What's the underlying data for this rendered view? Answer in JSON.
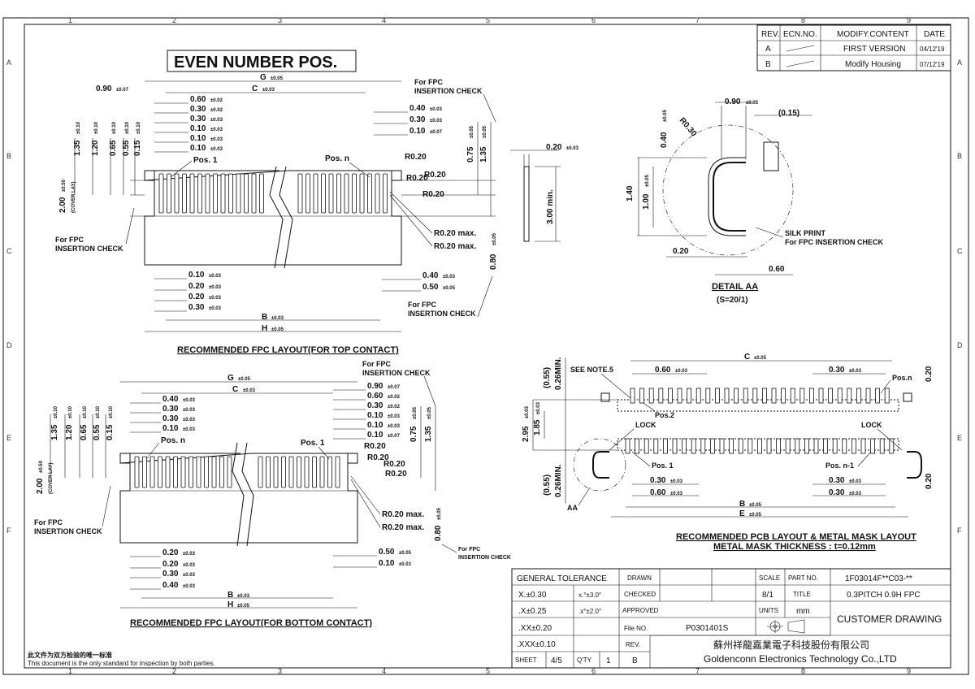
{
  "drawing": {
    "headline": "EVEN NUMBER POS.",
    "grid_columns": [
      "1",
      "2",
      "3",
      "4",
      "5",
      "6",
      "7",
      "8",
      "9"
    ],
    "grid_rows": [
      "A",
      "B",
      "C",
      "D",
      "E",
      "F"
    ],
    "footer_cn": "此文件为双方检验的唯一标准",
    "footer_en": "This document is the only standard for inspection by both parties."
  },
  "revision_table": {
    "headers": [
      "REV.",
      "ECN.NO.",
      "MODIFY.CONTENT",
      "DATE"
    ],
    "rows": [
      {
        "rev": "A",
        "content": "FIRST VERSION",
        "date": "04/12'19"
      },
      {
        "rev": "B",
        "content": "Modify Housing",
        "date": "07/12'19"
      }
    ]
  },
  "top_view": {
    "caption": "RECOMMENDED FPC LAYOUT(FOR TOP CONTACT)",
    "pos_first": "Pos. 1",
    "pos_last": "Pos. n",
    "insertion_note_line1": "For FPC",
    "insertion_note_line2": "INSERTION CHECK",
    "dims": {
      "g": "G",
      "g_tol": "±0.05",
      "c": "C",
      "c_tol": "±0.03",
      "d090": "0.90",
      "d090_tol": "±0.07",
      "d060": "0.60",
      "d060_tol": "±0.02",
      "d030a": "0.30",
      "d030a_tol": "±0.02",
      "d030b": "0.30",
      "d030b_tol": "±0.03",
      "d010a": "0.10",
      "d010a_tol": "±0.03",
      "d010b": "0.10",
      "d010b_tol": "±0.03",
      "d010c": "0.10",
      "d010c_tol": "±0.03",
      "r040": "0.40",
      "r040_tol": "±0.03",
      "r030": "0.30",
      "r030_tol": "±0.03",
      "r010": "0.10",
      "r010_tol": "±0.07",
      "v135": "1.35",
      "v135_tol": "±0.10",
      "v120": "1.20",
      "v120_tol": "±0.10",
      "v065": "0.65",
      "v065_tol": "±0.10",
      "v055": "0.55",
      "v055_tol": "±0.10",
      "v015": "0.15",
      "v015_tol": "±0.10",
      "v200": "2.00",
      "v200_tol": "±0.50",
      "cover_lay": "(COVER LAY)",
      "rv075": "0.75",
      "rv075_tol": "±0.05",
      "rv135": "1.35",
      "rv135_tol": "±0.05",
      "rv080": "0.80",
      "rv080_tol": "±0.05",
      "r020": "R0.20",
      "r020max": "R0.20 max.",
      "b010": "0.10",
      "b010_tol": "±0.03",
      "b020a": "0.20",
      "b020a_tol": "±0.03",
      "b020b": "0.20",
      "b020b_tol": "±0.03",
      "b030": "0.30",
      "b030_tol": "±0.03",
      "b040": "0.40",
      "b040_tol": "±0.03",
      "b050": "0.50",
      "b050_tol": "±0.05",
      "b": "B",
      "b_tol": "±0.03",
      "h": "H",
      "h_tol": "±0.05"
    }
  },
  "side_view": {
    "thickness": "0.20",
    "thickness_tol": "±0.03",
    "length": "3.00 min."
  },
  "detail_aa": {
    "title": "DETAIL AA",
    "scale": "(S=20/1)",
    "d090": "0.90",
    "d090_tol": "±0.05",
    "d015": "(0.15)",
    "r030": "R0.30",
    "d040": "0.40",
    "d040_tol": "±0.05",
    "d140": "1.40",
    "d100": "1.00",
    "d100_tol": "±0.05",
    "d020": "0.20",
    "d060": "0.60",
    "silk1": "SILK PRINT",
    "silk2": "For FPC INSERTION CHECK"
  },
  "bottom_view": {
    "caption": "RECOMMENDED FPC LAYOUT(FOR BOTTOM CONTACT)",
    "pos_first": "Pos. n",
    "pos_last": "Pos. 1",
    "insertion_note_line1": "For FPC",
    "insertion_note_line2": "INSERTION CHECK",
    "dims": {
      "g": "G",
      "g_tol": "±0.05",
      "c": "C",
      "c_tol": "±0.03",
      "l040": "0.40",
      "l040_tol": "±0.03",
      "l030a": "0.30",
      "l030a_tol": "±0.03",
      "l030b": "0.30",
      "l030b_tol": "±0.03",
      "l010": "0.10",
      "l010_tol": "±0.03",
      "r090": "0.90",
      "r090_tol": "±0.07",
      "r060": "0.60",
      "r060_tol": "±0.02",
      "r030": "0.30",
      "r030_tol": "±0.02",
      "r010a": "0.10",
      "r010a_tol": "±0.03",
      "r010b": "0.10",
      "r010b_tol": "±0.03",
      "r010c": "0.10",
      "r010c_tol": "±0.07",
      "v135": "1.35",
      "v120": "1.20",
      "v065": "0.65",
      "v055": "0.55",
      "v015": "0.15",
      "v_tol": "±0.10",
      "v200": "2.00",
      "v200_tol": "±0.50",
      "cover_lay": "(COVER LAY)",
      "rv075": "0.75",
      "rv135": "1.35",
      "rv_tol": "±0.05",
      "rv080": "0.80",
      "rv080_tol": "±0.05",
      "r020": "R0.20",
      "r020max": "R0.20 max.",
      "b020a": "0.20",
      "b020b": "0.20",
      "b030": "0.30",
      "b040": "0.40",
      "b_tol3": "±0.03",
      "b050": "0.50",
      "b050_tol": "±0.05",
      "b010": "0.10",
      "b010_tol": "±0.03",
      "b": "B",
      "b_tol": "±0.03",
      "h": "H",
      "h_tol": "±0.05"
    }
  },
  "pcb_view": {
    "caption1": "RECOMMENDED PCB LAYOUT & METAL MASK LAYOUT",
    "caption2": "METAL MASK THICKNESS : t=0.12mm",
    "see_note": "SEE NOTE.5",
    "lock_left": "LOCK",
    "lock_right": "LOCK",
    "pos1": "Pos. 1",
    "pos2": "Pos.2",
    "posn": "Pos.n",
    "posn1": "Pos. n-1",
    "aa": "AA",
    "c": "C",
    "c_tol": "±0.05",
    "d060": "0.60",
    "d060_tol": "±0.03",
    "d030": "0.30",
    "d030_tol": "±0.03",
    "d055": "(0.55)",
    "d026": "0.26MIN.",
    "d295": "2.95",
    "d295_tol": "±0.03",
    "d185": "1.85",
    "d185_tol": "±0.03",
    "d020": "0.20",
    "b030": "0.30",
    "b030_tol": "±0.03",
    "b060": "0.60",
    "b060_tol": "±0.03",
    "r030a": "0.30",
    "r030a_tol": "±0.03",
    "r030b": "0.30",
    "r030b_tol": "±0.03",
    "b": "B",
    "b_tol": "±0.05",
    "e": "E",
    "e_tol": "±0.05"
  },
  "title_block": {
    "general_tolerance": "GENERAL TOLERANCE",
    "tol_x": "X.±0.30",
    "tol_xx": ".X±0.25",
    "tol_xxx": ".XX±0.20",
    "tol_xxxx": ".XXX±0.10",
    "ang1": "x.°±3.0°",
    "ang2": ".x°±2.0°",
    "drawn": "DRAWN",
    "checked": "CHECKED",
    "approved": "APPROVED",
    "file_no_label": "File NO.",
    "file_no": "P0301401S",
    "rev_label": "REV.",
    "rev": "B",
    "scale_label": "SCALE",
    "scale": "8/1",
    "units_label": "UNITS",
    "units": "mm",
    "part_no_label": "PART NO.",
    "part_no": "1F03014F**C03-**",
    "title_label": "TITLE",
    "title": "0.3PITCH 0.9H FPC",
    "customer": "CUSTOMER DRAWING",
    "sheet_label": "SHEET",
    "sheet": "4/5",
    "qty_label": "Q'TY",
    "qty": "1",
    "sheet_rev": "B",
    "company_cn": "蘇州祥龍嘉業電子科技股份有限公司",
    "company_en": "Goldenconn Electronics Technology Co.,LTD"
  }
}
